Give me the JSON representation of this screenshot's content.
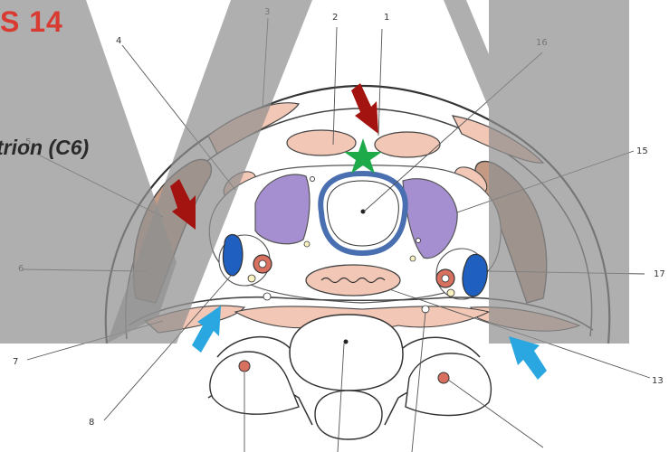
{
  "page_code": "S 14",
  "overlay_title": "trion (C6)",
  "labels": {
    "l1": "1",
    "l2": "2",
    "l3": "3",
    "l4": "4",
    "l5": "5",
    "l6": "6",
    "l7": "7",
    "l8": "8",
    "l13": "13",
    "l15": "15",
    "l16": "16",
    "l17": "17"
  },
  "markers": {
    "red_arrows": 2,
    "blue_arrows": 2,
    "green_star": 1
  },
  "colors": {
    "red_arrow": "#a3130f",
    "blue_arrow": "#2aa7e0",
    "green_star": "#1faa4a",
    "muscle_pink": "#f2c7b5",
    "muscle_brown": "#c49a85",
    "lobe_purple": "#a68fd0",
    "vein_blue": "#1f5fbf",
    "artery_red": "#d87060",
    "grey_overlay": "#909090"
  }
}
